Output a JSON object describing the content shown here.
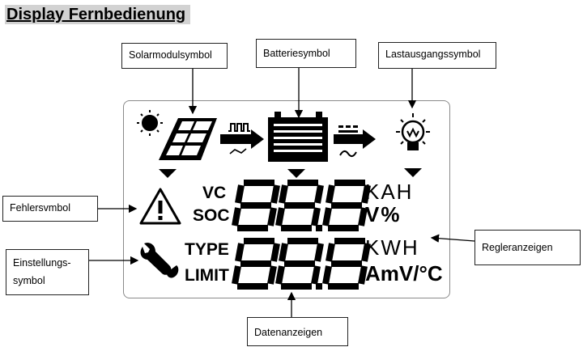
{
  "title": "Display Fernbedienung",
  "callouts": {
    "solar": "Solarmodulsymbol",
    "battery": "Batteriesymbol",
    "load": "Lastausgangssymbol",
    "error": "Fehlersvmbol",
    "settings_line1": "Einstellungs-",
    "settings_line2": "symbol",
    "controller": "Regleranzeigen",
    "data": "Datenanzeigen"
  },
  "lcd": {
    "vc": "VC",
    "soc": "SOC",
    "type": "TYPE",
    "limit": "LIMIT",
    "kah": "KAH",
    "vpct": "V%",
    "kwh": "KWH",
    "amv": "AmV/°C"
  },
  "icons": [
    "sun-icon",
    "solar-panel-icon",
    "pwm-arrow-icon",
    "battery-icon",
    "dc-arrow-icon",
    "lightbulb-icon",
    "warning-icon",
    "wrench-icon"
  ]
}
